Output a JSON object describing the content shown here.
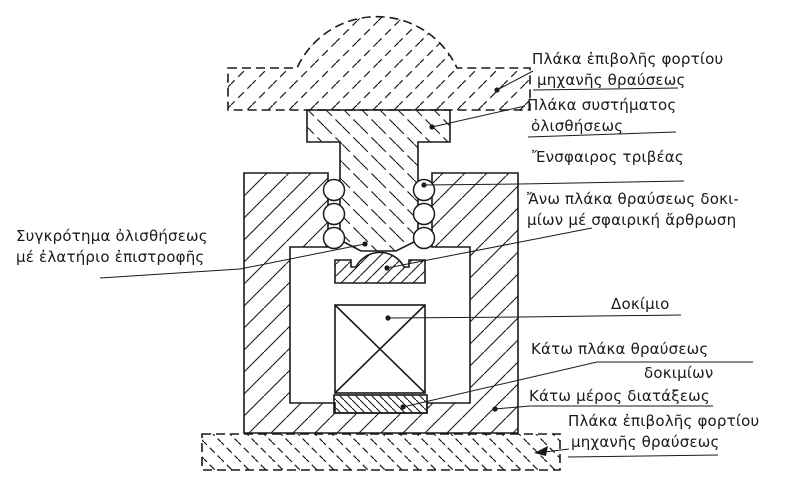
{
  "figure": {
    "type": "engineering-cross-section",
    "description": "Compression (fracture) testing fixture cross-section with Greek callouts",
    "background_color": "#ffffff",
    "ink_color": "#1a1a1a",
    "labels": {
      "machine_upper_platen": {
        "line1": "Πλάκα ἐπιβολῆς φορτίου",
        "line2": "μηχανῆς θραύσεως"
      },
      "sliding_system_plate": {
        "line1": "Πλάκα συστήματος",
        "line2": "ὀλισθήσεως"
      },
      "ball_bearing": {
        "text": "Ἔνσφαιρος τριβέας"
      },
      "upper_breaking_plate": {
        "line1": "Ἄνω πλάκα θραύσεως δοκι-",
        "line2": "μίων μέ σφαιρική ἄρθρωση"
      },
      "sliding_assembly": {
        "line1": "Συγκρότημα ὀλισθήσεως",
        "line2": "μέ ἐλατήριο ἐπιστροφῆς"
      },
      "specimen": {
        "text": "Δοκίμιο"
      },
      "lower_breaking_plate": {
        "line1": "Κάτω πλάκα θραύσεως",
        "line2": "δοκιμίων"
      },
      "lower_body": {
        "text": "Κάτω μέρος διατάξεως"
      },
      "machine_lower_platen": {
        "line1": "Πλάκα ἐπιβολῆς φορτίου",
        "line2": "μηχανῆς θραύσεως"
      }
    }
  }
}
